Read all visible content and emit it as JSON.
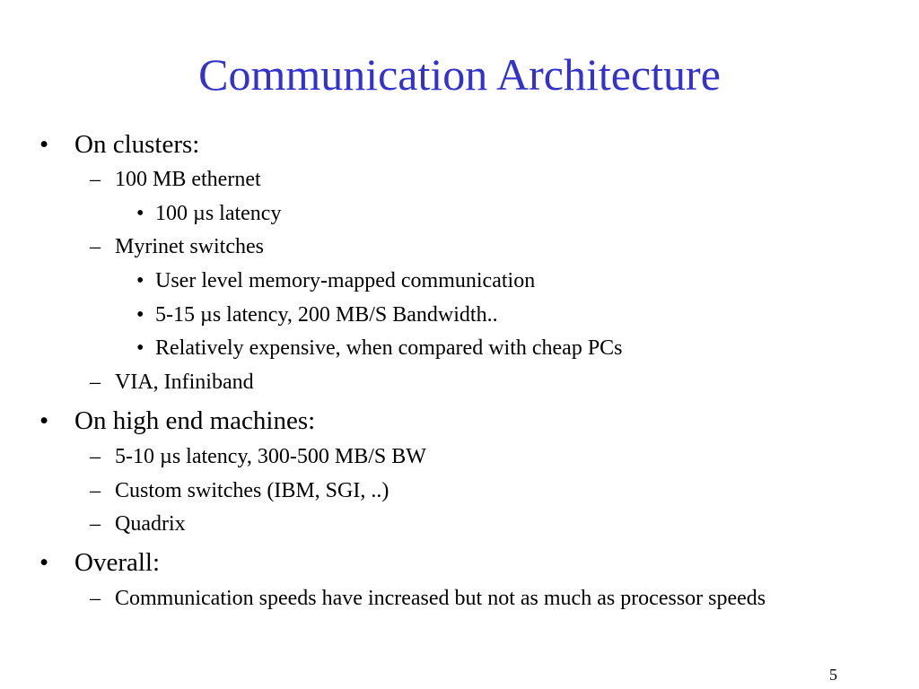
{
  "slide": {
    "title": "Communication Architecture",
    "page_number": "5",
    "title_color": "#3333cc",
    "markers": {
      "level1": "•",
      "level2": "–",
      "level3": "•"
    },
    "items": [
      {
        "level": 1,
        "text": "On clusters:"
      },
      {
        "level": 2,
        "text": "100 MB ethernet"
      },
      {
        "level": 3,
        "text": "100 µs latency"
      },
      {
        "level": 2,
        "text": "Myrinet switches"
      },
      {
        "level": 3,
        "text": "User level memory-mapped communication"
      },
      {
        "level": 3,
        "text": "5-15 µs latency, 200 MB/S Bandwidth.."
      },
      {
        "level": 3,
        "text": "Relatively expensive, when compared with cheap PCs"
      },
      {
        "level": 2,
        "text": "VIA, Infiniband"
      },
      {
        "level": 1,
        "text": "On high end machines:"
      },
      {
        "level": 2,
        "text": "5-10 µs latency, 300-500 MB/S BW"
      },
      {
        "level": 2,
        "text": "Custom switches (IBM, SGI, ..)"
      },
      {
        "level": 2,
        "text": "Quadrix"
      },
      {
        "level": 1,
        "text": "Overall:"
      },
      {
        "level": 2,
        "text": "Communication speeds have increased but not as much as processor speeds"
      }
    ]
  }
}
